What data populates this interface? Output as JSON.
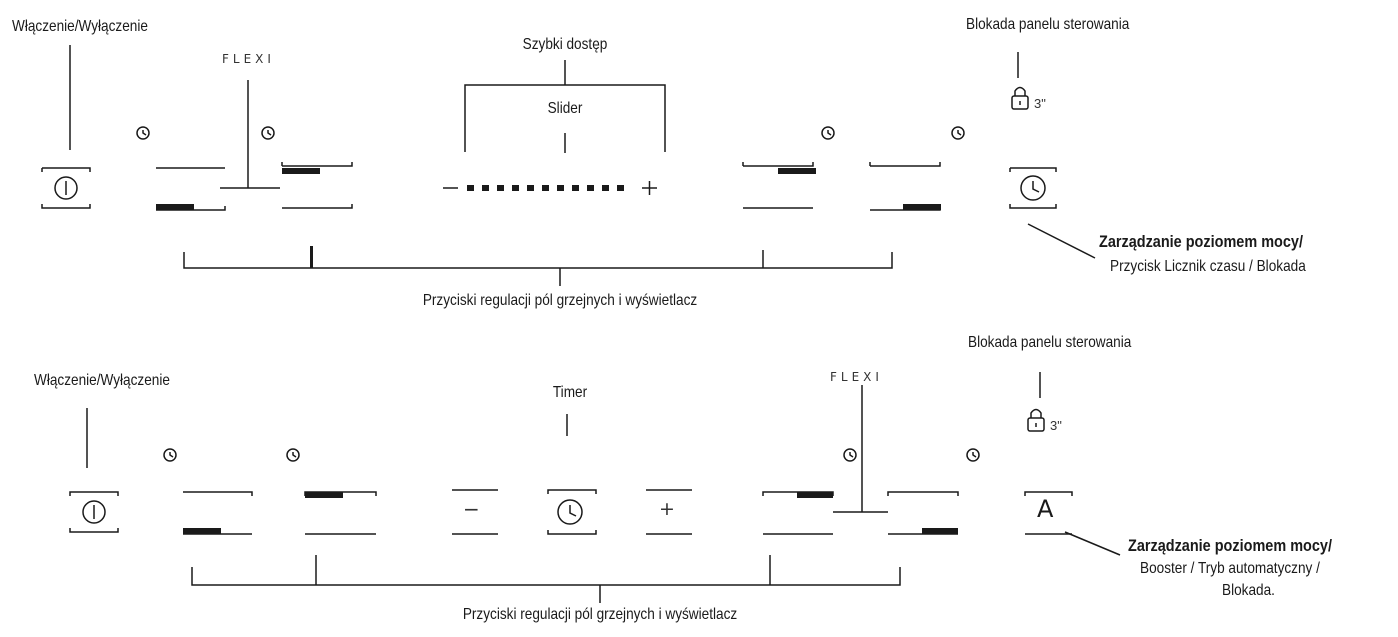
{
  "top_panel": {
    "on_off_label": "Włączenie/Wyłączenie",
    "flexi_label": "FLEXI",
    "quick_access_label": "Szybki dostęp",
    "slider_label": "Slider",
    "lock_label": "Blokada panelu sterowania",
    "lock_time": "3\"",
    "power_mgmt_title": "Zarządzanie poziomem mocy/",
    "power_mgmt_sub": "Przycisk Licznik czasu / Blokada",
    "zones_label": "Przyciski regulacji pól grzejnych i wyświetlacz"
  },
  "bottom_panel": {
    "on_off_label": "Włączenie/Wyłączenie",
    "timer_label": "Timer",
    "flexi_label": "FLEXI",
    "lock_label": "Blokada panelu sterowania",
    "lock_time": "3\"",
    "power_mgmt_title": "Zarządzanie poziomem mocy/",
    "power_mgmt_sub1": "Booster / Tryb automatyczny /",
    "power_mgmt_sub2": "Blokada.",
    "zones_label": "Przyciski regulacji pól grzejnych i wyświetlacz",
    "minus_symbol": "−",
    "plus_symbol": "+",
    "auto_symbol": "A"
  },
  "icons": [
    "power-icon",
    "clock-icon",
    "lock-icon",
    "timer-icon"
  ]
}
